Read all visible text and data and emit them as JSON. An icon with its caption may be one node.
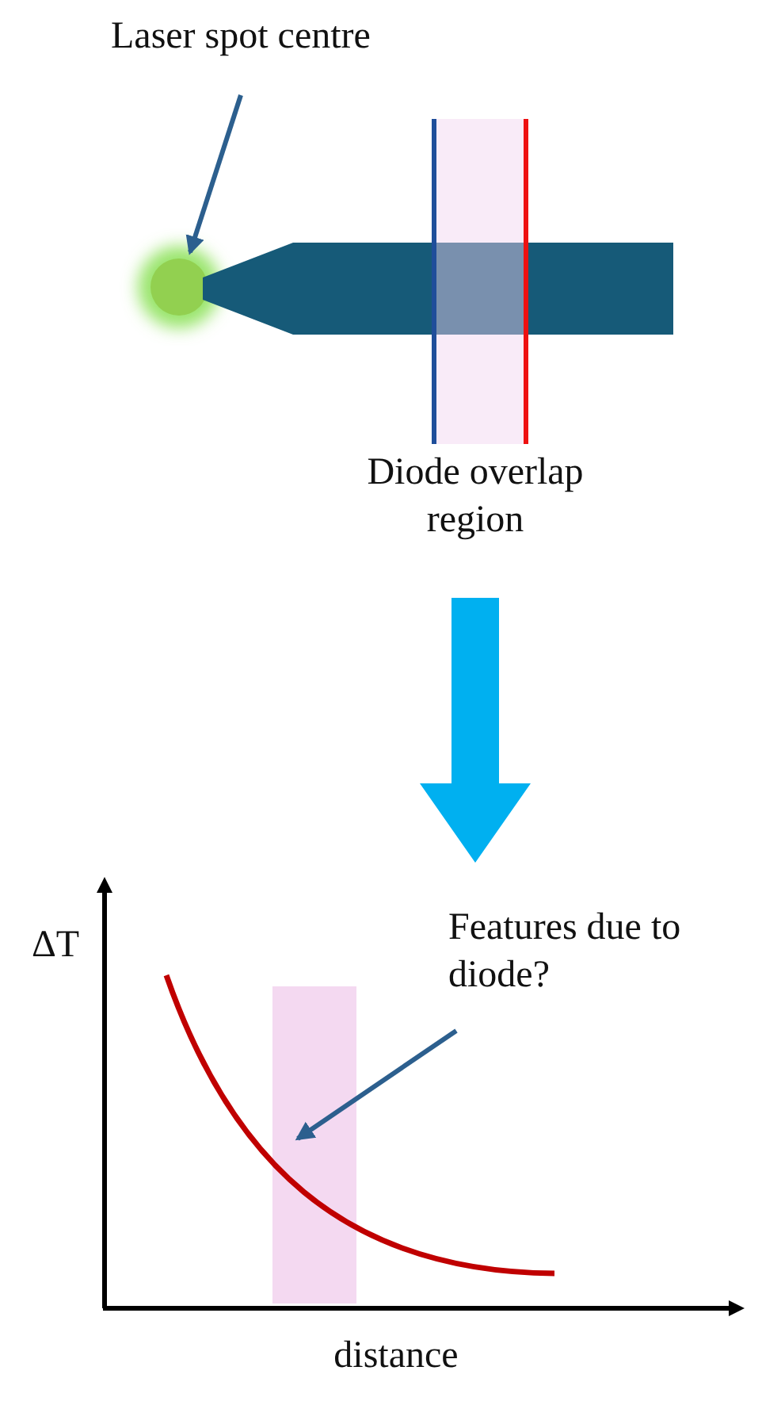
{
  "diagram": {
    "nodes": [
      {
        "text": [
          "Laser spot centre"
        ]
      },
      {
        "text": [],
        "shape": "circle"
      },
      {
        "text": [],
        "shape": "bar"
      },
      {
        "text": [
          "Diode overlap region"
        ]
      },
      {
        "text": [],
        "shape": "picture"
      },
      {
        "text": [
          "Features due to diode?"
        ],
        "in": 4
      },
      {
        "text": [],
        "shape": "box",
        "in": 4
      }
    ],
    "edges": [
      {
        "from": 0,
        "to": 1,
        "arrow": "to"
      },
      {
        "from": 3,
        "to": 4,
        "arrow": "to",
        "style": "thick",
        "color": "#00b0f0"
      },
      {
        "from": 5,
        "to": 6,
        "arrow": "to"
      }
    ],
    "labels": [
      "ΔT",
      "distance"
    ]
  }
}
